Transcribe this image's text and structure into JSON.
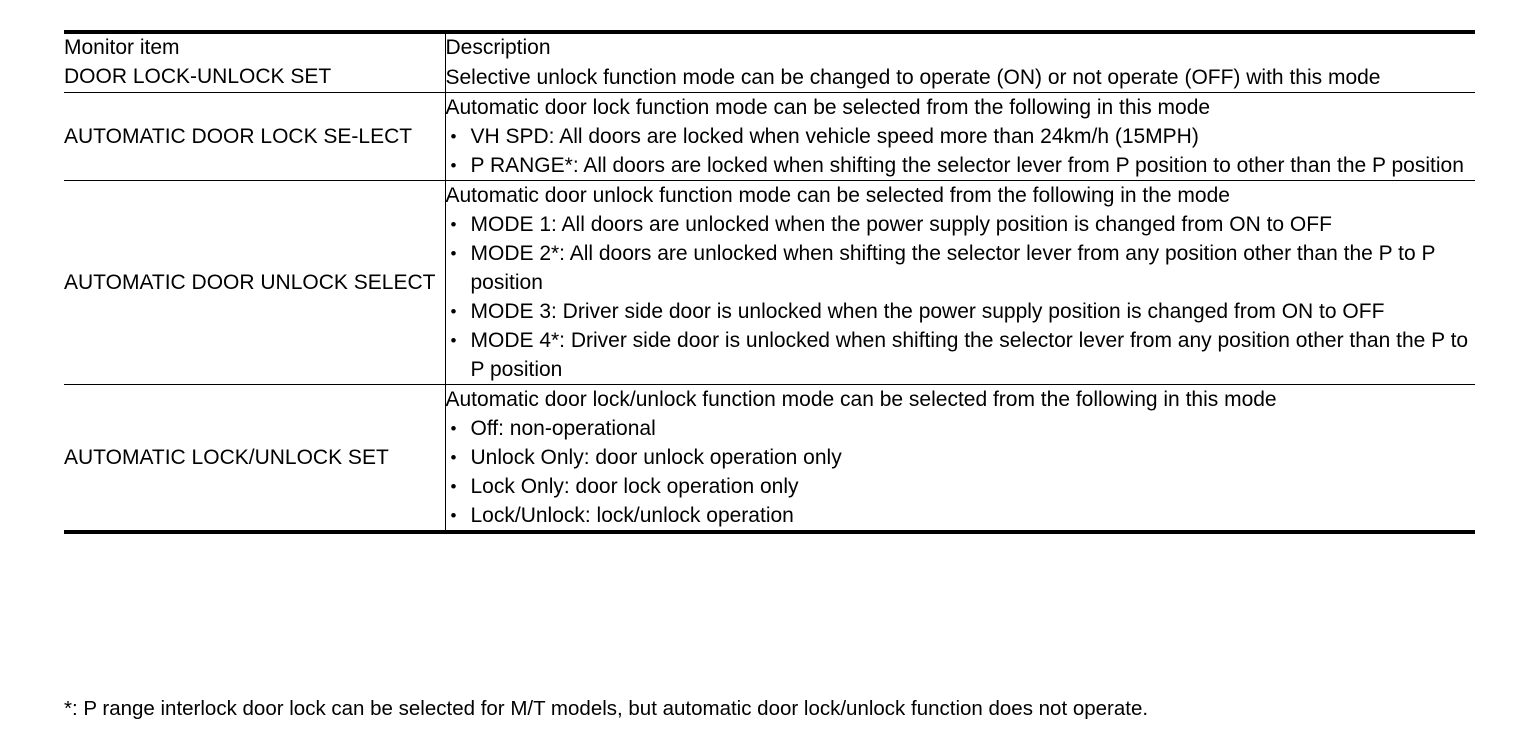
{
  "table": {
    "headers": {
      "monitor_item": "Monitor item",
      "description": "Description"
    },
    "rows": [
      {
        "item": "DOOR LOCK-UNLOCK SET",
        "lead": "Selective unlock function mode can be changed to operate (ON) or not operate (OFF) with this mode",
        "bullets": []
      },
      {
        "item": "AUTOMATIC DOOR LOCK SE-LECT",
        "lead": "Automatic door lock function mode can be selected from the following in this mode",
        "bullets": [
          "VH SPD: All doors are locked when vehicle speed more than 24km/h (15MPH)",
          "P RANGE*: All doors are locked when shifting the selector lever from P position to other than the P position"
        ]
      },
      {
        "item": "AUTOMATIC DOOR UNLOCK SELECT",
        "lead": "Automatic door unlock function mode can be selected from the following in the mode",
        "bullets": [
          "MODE 1: All doors are unlocked when the power supply position is changed from ON to OFF",
          "MODE 2*: All doors are unlocked when shifting the selector lever from any position other than the P to P position",
          "MODE 3: Driver side door is unlocked when the power supply position is changed from ON to OFF",
          "MODE 4*: Driver side door is unlocked when shifting the selector lever from any position other than the P to P position"
        ]
      },
      {
        "item": "AUTOMATIC LOCK/UNLOCK SET",
        "lead": "Automatic door lock/unlock function mode can be selected from the following in this mode",
        "bullets": [
          "Off: non-operational",
          "Unlock Only: door unlock operation only",
          "Lock Only: door lock operation only",
          "Lock/Unlock: lock/unlock operation"
        ]
      }
    ]
  },
  "footnote": "*: P range interlock door lock can be selected for M/T models, but automatic door lock/unlock function does not operate.",
  "colors": {
    "text": "#000000",
    "rule": "#000000",
    "background": "#ffffff"
  }
}
